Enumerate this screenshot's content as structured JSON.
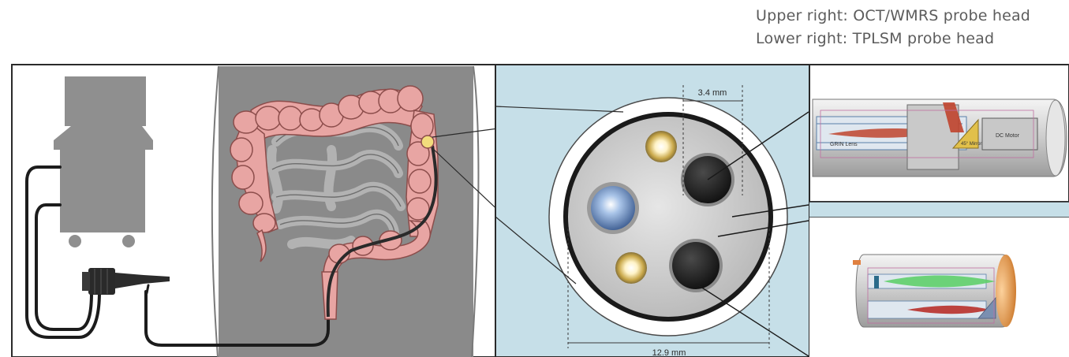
{
  "caption": {
    "line1": "Upper right: OCT/WMRS probe head",
    "line2": "Lower right: TPLSM probe head"
  },
  "dimensions": {
    "channel_width": "3.4 mm",
    "tip_diameter": "12.9 mm"
  },
  "probe_labels": {
    "grin_lens": "GRIN Lens",
    "mirror": "45° Mirror",
    "motor": "DC Motor"
  },
  "colors": {
    "panel_blue": "#c6dfe8",
    "colon_pink": "#e8a5a3",
    "body_gray": "#8a8a8a",
    "intestine_gray": "#9c9c9c",
    "console_gray": "#8f8f8f",
    "oct_beam": "#c0442e",
    "tplsm_green": "#5fcf6a",
    "tplsm_red": "#b8302a"
  }
}
